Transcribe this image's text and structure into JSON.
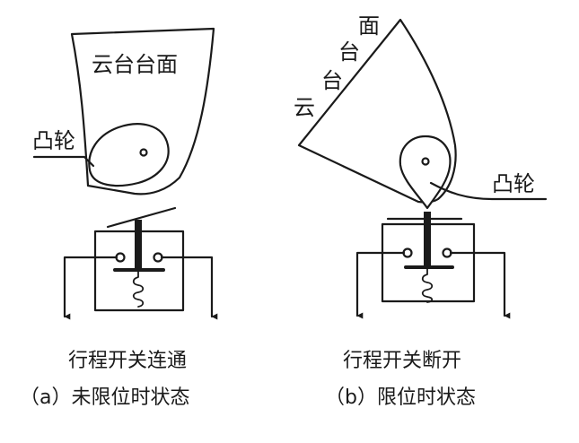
{
  "panel_a": {
    "platform_label": "云台台面",
    "cam_label": "凸轮",
    "caption_line1": "行程开关连通",
    "caption_line2": "（a）未限位时状态"
  },
  "panel_b": {
    "platform_chars": [
      "云",
      "台",
      "台",
      "面"
    ],
    "cam_label": "凸轮",
    "caption_line1": "行程开关断开",
    "caption_line2": "（b）限位时状态"
  }
}
